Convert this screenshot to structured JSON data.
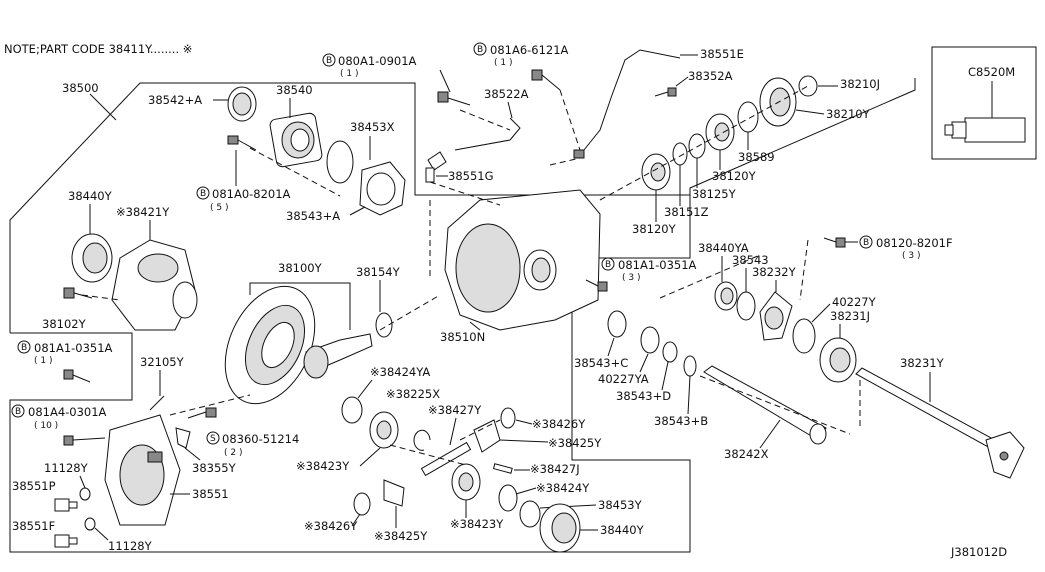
{
  "note": "NOTE;PART CODE 38411Y........ ※",
  "diagram_id": "J381012D",
  "tool_label": "C8520M",
  "labels": {
    "p38500": "38500",
    "p38542a": "38542+A",
    "p38540": "38540",
    "p38453x": "38453X",
    "b081a0_8201a": "081A0-8201A",
    "b081a0_qty": "( 5 )",
    "p38543a": "38543+A",
    "p38440y_l": "38440Y",
    "p38421y": "※38421Y",
    "p38102y": "38102Y",
    "b081a1_0351a_l": "081A1-0351A",
    "b081a1_l_qty": "( 1 )",
    "p32105y": "32105Y",
    "b081a4_0301a": "081A4-0301A",
    "b081a4_qty": "( 10 )",
    "p11128y_a": "11128Y",
    "p38551p": "38551P",
    "p38551f": "38551F",
    "p11128y_b": "11128Y",
    "p38551": "38551",
    "p38355y": "38355Y",
    "s08360_51214": "08360-51214",
    "s08360_qty": "( 2 )",
    "p38100y": "38100Y",
    "p38154y": "38154Y",
    "p38424ya": "※38424YA",
    "p38225x": "※38225X",
    "p38427y": "※38427Y",
    "p38426y_r": "※38426Y",
    "p38425y_r": "※38425Y",
    "p38427j": "※38427J",
    "p38424y": "※38424Y",
    "p38453y": "38453Y",
    "p38440y_b": "38440Y",
    "p38423y_l": "※38423Y",
    "p38423y_b": "※38423Y",
    "p38426y_b": "※38426Y",
    "p38425y_b": "※38425Y",
    "b080a1_0901a": "080A1-0901A",
    "b080a1_qty": "( 1 )",
    "p38522a": "38522A",
    "b081a6_6121a": "081A6-6121A",
    "b081a6_qty": "( 1 )",
    "p38551g": "38551G",
    "p38551e": "38551E",
    "p38352a": "38352A",
    "p38210j": "38210J",
    "p38210y": "38210Y",
    "p38589": "38589",
    "p38120y_a": "38120Y",
    "p38125y": "38125Y",
    "p38151z": "38151Z",
    "p38120y_b": "38120Y",
    "p38510n": "38510N",
    "b081a1_0351a_r": "081A1-0351A",
    "b081a1_r_qty": "( 3 )",
    "p38440ya": "38440YA",
    "p38543": "38543",
    "p38232y": "38232Y",
    "b08120_8201f": "08120-8201F",
    "b08120_qty": "( 3 )",
    "p40227y": "40227Y",
    "p38231j": "38231J",
    "p38543c": "38543+C",
    "p40227ya": "40227YA",
    "p38543d": "38543+D",
    "p38543b": "38543+B",
    "p38242x": "38242X",
    "p38231y": "38231Y",
    "bolt_b": "B",
    "bolt_s": "S"
  }
}
